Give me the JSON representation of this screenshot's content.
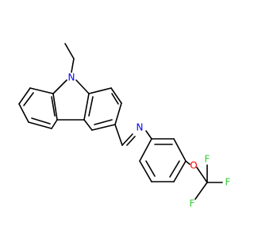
{
  "molecule": {
    "atoms": {
      "n_carbazole": {
        "label": "N",
        "color": "#0000ff"
      },
      "n_imine": {
        "label": "N",
        "color": "#0000ff"
      },
      "o_ether": {
        "label": "O",
        "color": "#ff0000"
      },
      "f_top": {
        "label": "F",
        "color": "#33cc33"
      },
      "f_left": {
        "label": "F",
        "color": "#33cc33"
      },
      "f_right": {
        "label": "F",
        "color": "#33cc33"
      }
    }
  }
}
